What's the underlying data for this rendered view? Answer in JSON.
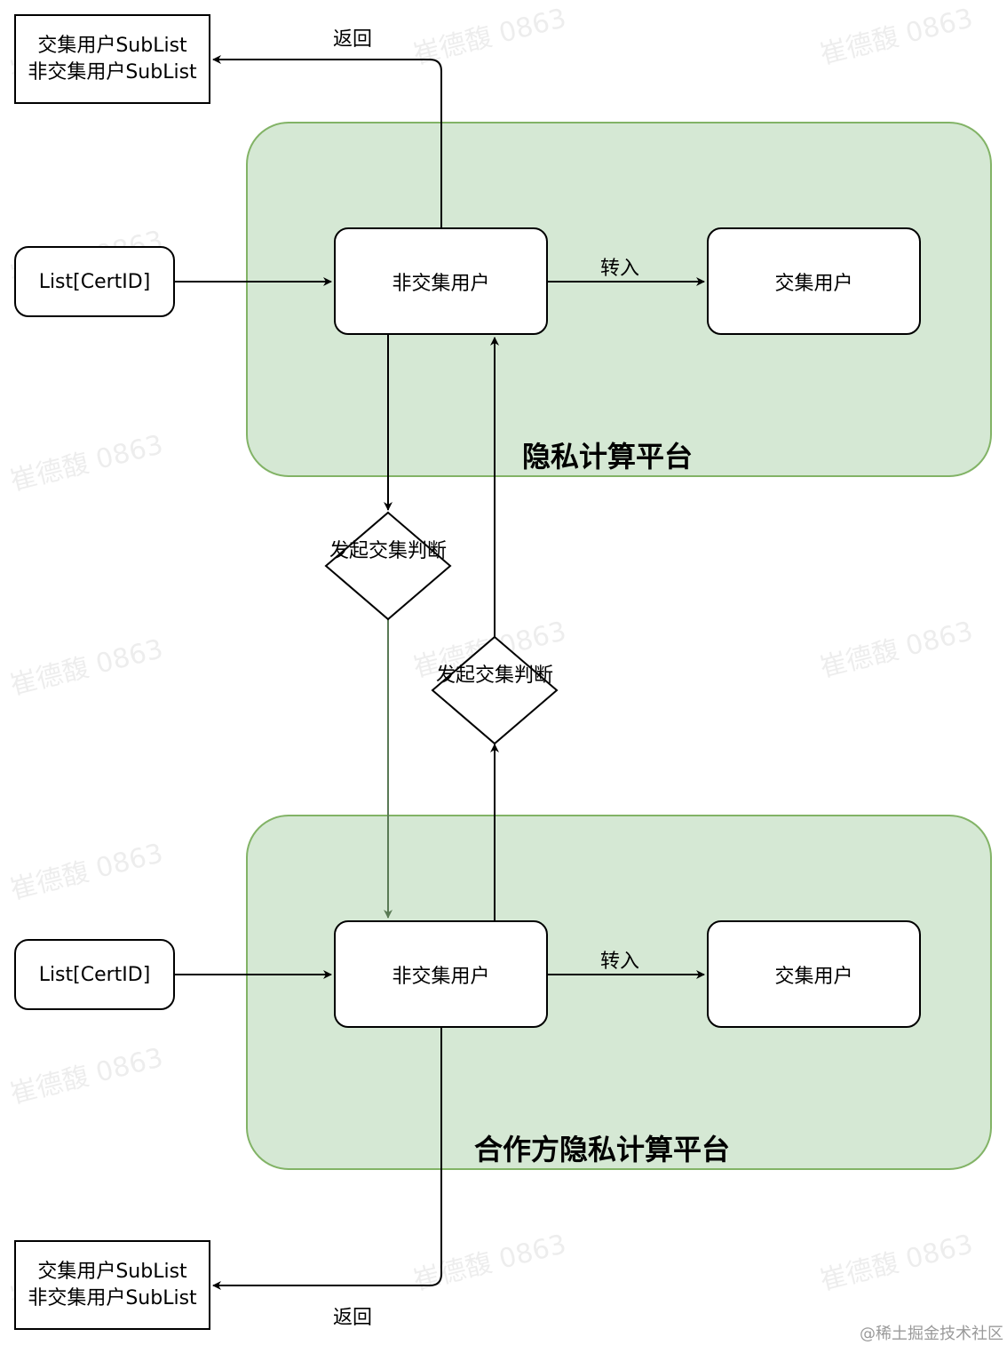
{
  "platforms": {
    "top_title": "隐私计算平台",
    "bottom_title": "合作方隐私计算平台"
  },
  "top": {
    "input": "List[CertID]",
    "non_intersect": "非交集用户",
    "intersect": "交集用户",
    "transfer_label": "转入",
    "return_label": "返回",
    "output_line1": "交集用户SubList",
    "output_line2": "非交集用户SubList"
  },
  "bottom": {
    "input": "List[CertID]",
    "non_intersect": "非交集用户",
    "intersect": "交集用户",
    "transfer_label": "转入",
    "return_label": "返回",
    "output_line1": "交集用户SubList",
    "output_line2": "非交集用户SubList"
  },
  "decisions": {
    "left": "发起交集判断",
    "right": "发起交集判断"
  },
  "watermark": "崔德馥 0863",
  "credit": "@稀土掘金技术社区",
  "colors": {
    "platform_fill": "#d5e8d4",
    "platform_border": "#82b366",
    "green_arrow": "#5a7a55"
  }
}
